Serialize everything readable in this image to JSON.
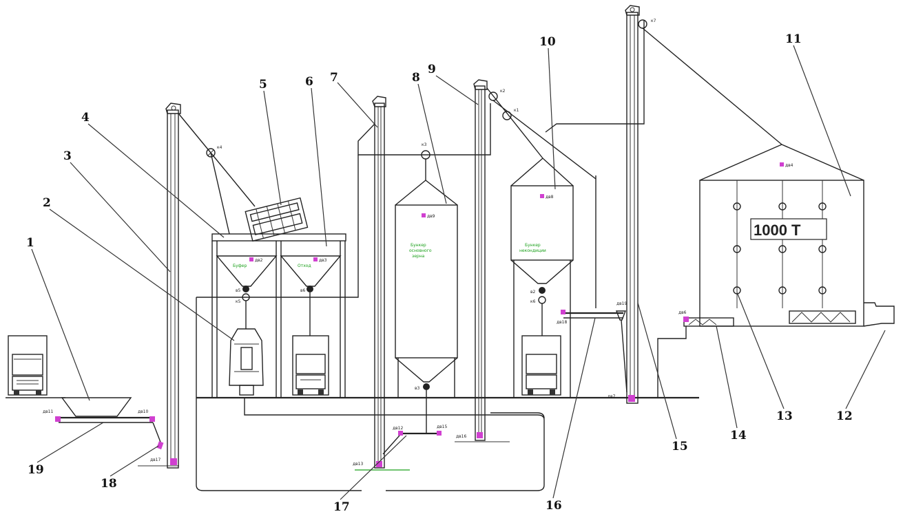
{
  "capacity_label": "1000 Т",
  "callouts": [
    "1",
    "2",
    "3",
    "4",
    "5",
    "6",
    "7",
    "8",
    "9",
    "10",
    "11",
    "12",
    "13",
    "14",
    "15",
    "16",
    "17",
    "18",
    "19"
  ],
  "colors": {
    "line": "#222222",
    "motor": "#d040d0",
    "green": "#1aa01a"
  }
}
